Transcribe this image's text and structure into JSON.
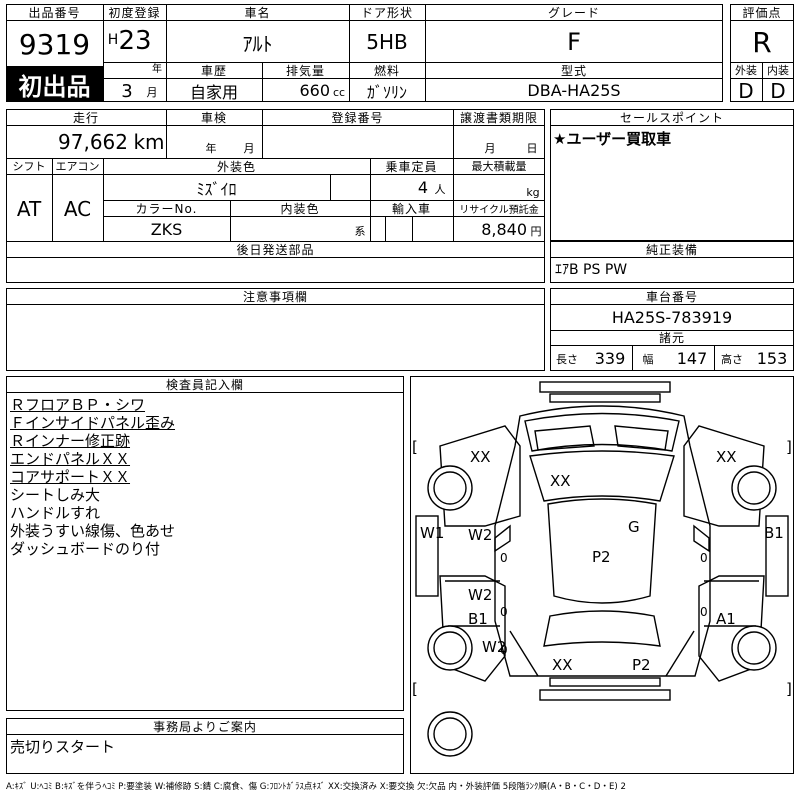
{
  "header": {
    "lot_no_label": "出品番号",
    "lot_no": "9319",
    "first_listing": "初出品",
    "reg_label": "初度登録",
    "era": "H",
    "year": "23",
    "year_unit": "年",
    "month": "3",
    "month_unit": "月",
    "name_label": "車名",
    "car_name": "ｱﾙﾄ",
    "door_label": "ドア形状",
    "door": "5HB",
    "grade_label": "グレード",
    "grade": "F",
    "score_label": "評価点",
    "score": "R",
    "history_label": "車歴",
    "history": "自家用",
    "disp_label": "排気量",
    "disp": "660",
    "disp_unit": "cc",
    "fuel_label": "燃料",
    "fuel": "ｶﾞｿﾘﾝ",
    "model_label": "型式",
    "model": "DBA-HA25S",
    "ext_label": "外装",
    "ext_grade": "D",
    "int_label": "内装",
    "int_grade": "D"
  },
  "row2": {
    "mileage_label": "走行",
    "mileage": "97,662",
    "mileage_unit": "km",
    "inspection_label": "車検",
    "year_unit": "年",
    "month_unit": "月",
    "regno_label": "登録番号",
    "transfer_label": "譲渡書類期限",
    "transfer_month": "月",
    "transfer_day": "日",
    "sales_label": "セールスポイント",
    "sales_point": "★ユーザー買取車"
  },
  "row3": {
    "shift_label": "シフト",
    "shift": "AT",
    "ac_label": "エアコン",
    "ac": "AC",
    "color_label": "外装色",
    "color": "ﾐｽﾞｲﾛ",
    "seats_label": "乗車定員",
    "seats": "4",
    "seats_unit": "人",
    "load_label": "最大積載量",
    "load_unit": "kg",
    "colorno_label": "カラーNo.",
    "colorno": "ZKS",
    "interior_label": "内装色",
    "interior_suffix": "系",
    "import_label": "輸入車",
    "recycle_label": "リサイクル預託金",
    "recycle": "8,840",
    "recycle_unit": "円"
  },
  "parts": {
    "later_label": "後日発送部品",
    "equip_label": "純正装備",
    "equip": "ｴｱB PS PW"
  },
  "caution": {
    "label": "注意事項欄"
  },
  "chassis": {
    "label": "車台番号",
    "number": "HA25S-783919",
    "dims_label": "諸元",
    "len_label": "長さ",
    "len": "339",
    "wid_label": "幅",
    "wid": "147",
    "hgt_label": "高さ",
    "hgt": "153"
  },
  "inspector": {
    "label": "検査員記入欄",
    "underlined": [
      "ＲフロアＢＰ・シワ",
      "Ｆインサイドパネル歪み",
      "Ｒインナー修正跡",
      "エンドパネルＸＸ",
      "コアサポートＸＸ"
    ],
    "plain": [
      "シートしみ大",
      "ハンドルすれ",
      "外装うすい線傷、色あせ",
      "ダッシュボードのり付"
    ]
  },
  "diagram_marks": {
    "fl": "XX",
    "fr": "XX",
    "hood": "XX",
    "roof": "P2",
    "glass": "G",
    "ldoor1": "W2",
    "ldoor2": "W2",
    "lside": "W1",
    "rside": "B1",
    "lrear": "B1",
    "rrear": "A1",
    "lquarter": "W2",
    "trunk": "XX",
    "rear": "P2",
    "bracket_l": "[",
    "bracket_r": "]",
    "zero": "0"
  },
  "office": {
    "label": "事務局よりご案内",
    "text": "売切りスタート"
  },
  "legend": "A:ｷｽﾞ U:ﾍｺﾐ B:ｷｽﾞを伴うﾍｺﾐ P:要塗装 W:補修跡 S:錆 C:腐食、傷 G:ﾌﾛﾝﾄｶﾞﾗｽ点ｷｽﾞ XX:交換済み X:要交換 欠:欠品 内・外装評価 5段階ﾗﾝｸ順(A・B・C・D・E) 2"
}
